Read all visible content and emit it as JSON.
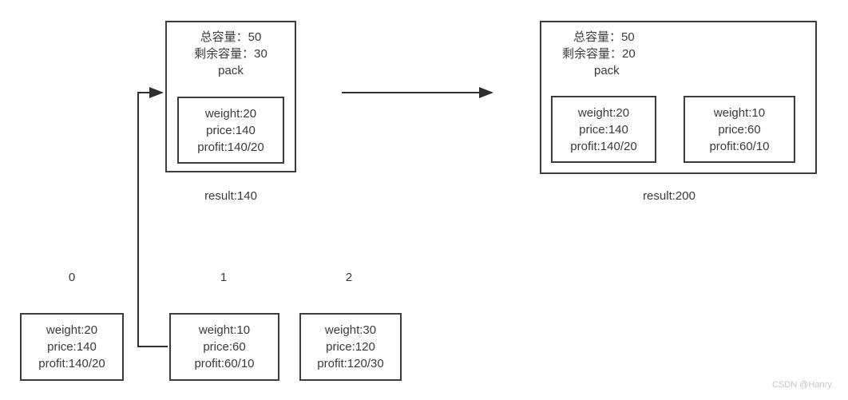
{
  "diagram": {
    "title_watermark": "CSDN @Hanry.",
    "packs": [
      {
        "id": "pack-left",
        "total_capacity_label": "总容量：50",
        "remaining_capacity_label": "剩余容量：30",
        "name_label": "pack",
        "result_label": "result:140",
        "items": [
          {
            "weight": "weight:20",
            "price": "price:140",
            "profit": "profit:140/20"
          }
        ]
      },
      {
        "id": "pack-right",
        "total_capacity_label": "总容量：50",
        "remaining_capacity_label": "剩余容量：20",
        "name_label": "pack",
        "result_label": "result:200",
        "items": [
          {
            "weight": "weight:20",
            "price": "price:140",
            "profit": "profit:140/20"
          },
          {
            "weight": "weight:10",
            "price": "price:60",
            "profit": "profit:60/10"
          }
        ]
      }
    ],
    "candidate_list": {
      "indices": [
        "0",
        "1",
        "2"
      ],
      "items": [
        {
          "index": "0",
          "weight": "weight:20",
          "price": "price:140",
          "profit": "profit:140/20"
        },
        {
          "index": "1",
          "weight": "weight:10",
          "price": "price:60",
          "profit": "profit:60/10"
        },
        {
          "index": "2",
          "weight": "weight:30",
          "price": "price:120",
          "profit": "profit:120/30"
        }
      ]
    },
    "colors": {
      "border": "#3c3c3c",
      "text": "#3a3a3a",
      "background": "#ffffff",
      "watermark": "#c6c6c6"
    }
  }
}
